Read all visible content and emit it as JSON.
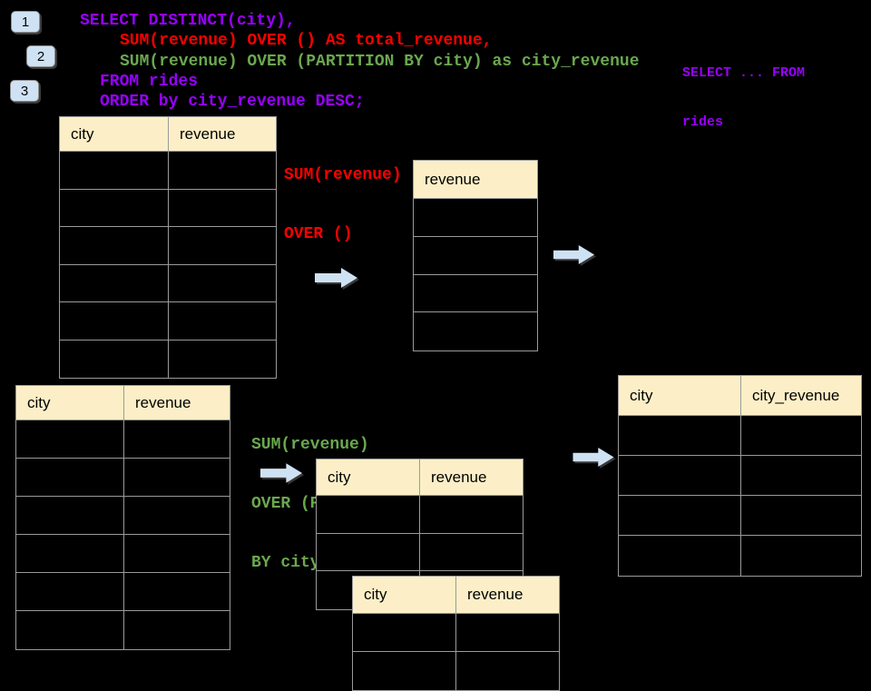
{
  "steps": [
    {
      "number": "1"
    },
    {
      "number": "2"
    },
    {
      "number": "3"
    }
  ],
  "sql": {
    "line1": "SELECT DISTINCT(city),",
    "line2": "SUM(revenue) OVER () AS total_revenue,",
    "line3": "SUM(revenue) OVER (PARTITION BY city) as city_revenue",
    "line4": "FROM rides",
    "line5": "ORDER by city_revenue DESC;"
  },
  "side_note": {
    "line1": "SELECT ... FROM",
    "line2": "rides"
  },
  "annotations": {
    "total_revenue": {
      "line1": "SUM(revenue)",
      "line2": "OVER ()"
    },
    "partition": {
      "line1": "SUM(revenue)",
      "line2": "OVER (PARTITION",
      "line3": "BY city)"
    }
  },
  "tables": {
    "source_top": {
      "headers": [
        "city",
        "revenue"
      ],
      "data_rows": 6
    },
    "revenue_column": {
      "headers": [
        "revenue"
      ],
      "data_rows": 4
    },
    "source_bottom": {
      "headers": [
        "city",
        "revenue"
      ],
      "data_rows": 6
    },
    "partitioned": {
      "headers": [
        "city",
        "revenue"
      ],
      "data_rows": 3
    },
    "partitioned_overlay": {
      "headers": [
        "city",
        "revenue"
      ],
      "data_rows": 2
    },
    "result": {
      "headers": [
        "city",
        "city_revenue"
      ],
      "data_rows": 4
    }
  },
  "icons": {
    "arrow": "right-arrow-icon"
  },
  "colors": {
    "background": "#000000",
    "sql_keyword_purple": "#9900ff",
    "total_revenue_red": "#ff0000",
    "partition_green": "#6aa84f",
    "table_header_bg": "#fcefc7",
    "table_border": "#9a9a9a",
    "arrow_fill": "#cfe2f3",
    "badge_bg": "#cfe2f3"
  }
}
